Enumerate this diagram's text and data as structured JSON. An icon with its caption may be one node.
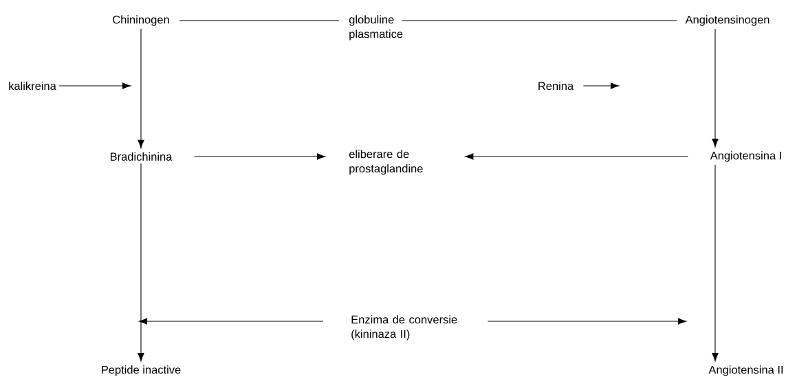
{
  "diagram": {
    "nodes": [
      {
        "text": [
          "Chininogen"
        ]
      },
      {
        "text": [
          "globuline plasmatice"
        ]
      },
      {
        "text": [
          "Angiotensinogen"
        ]
      },
      {
        "text": [
          "kalikreina"
        ]
      },
      {
        "text": [
          "Renina"
        ]
      },
      {
        "text": [
          "Bradichinina"
        ]
      },
      {
        "text": [
          "eliberare de prostaglandine"
        ]
      },
      {
        "text": [
          "Angiotensina I"
        ]
      },
      {
        "text": [
          "Enzima de conversie (kininaza II)"
        ]
      },
      {
        "text": [
          "Peptide inactive"
        ]
      },
      {
        "text": [
          "Angiotensina II"
        ]
      }
    ],
    "edges": [
      {
        "from": 0,
        "to": 1,
        "arrow": "none"
      },
      {
        "from": 1,
        "to": 2,
        "arrow": "none"
      },
      {
        "from": 0,
        "to": 5,
        "arrow": "to"
      },
      {
        "from": 5,
        "to": 9,
        "arrow": "to"
      },
      {
        "from": 2,
        "to": 7,
        "arrow": "to"
      },
      {
        "from": 7,
        "to": 10,
        "arrow": "to"
      },
      {
        "from": 5,
        "to": 6,
        "arrow": "to"
      },
      {
        "from": 7,
        "to": 6,
        "arrow": "to"
      },
      {
        "from": 3,
        "to": null,
        "arrow": "to"
      },
      {
        "from": 4,
        "to": null,
        "arrow": "to"
      },
      {
        "from": 8,
        "to": null,
        "arrow": "to"
      },
      {
        "from": 8,
        "to": null,
        "arrow": "to"
      }
    ]
  }
}
